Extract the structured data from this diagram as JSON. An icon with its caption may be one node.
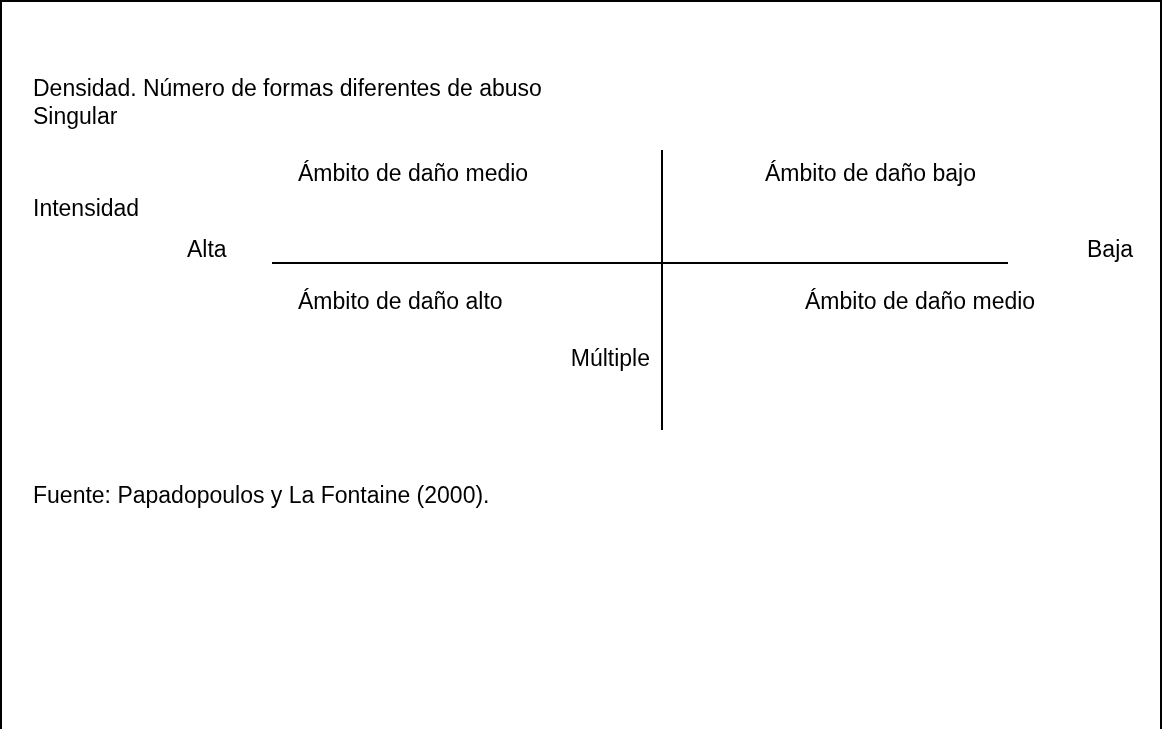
{
  "diagram": {
    "caption": "Fuente: Papadopoulos y La Fontaine (2000).",
    "labels": [
      "Densidad. Número de formas diferentes de abuso",
      "Singular",
      "Ámbito de daño medio",
      "Ámbito de daño bajo",
      "Intensidad",
      "Alta",
      "Baja",
      "Ámbito de daño alto",
      "Ámbito de daño medio",
      "Múltiple"
    ]
  }
}
